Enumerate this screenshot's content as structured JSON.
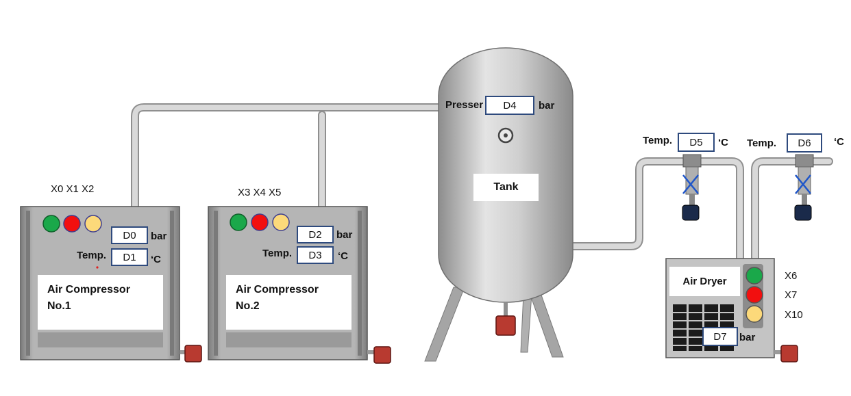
{
  "compressor1": {
    "signals": "X0 X1 X2",
    "pressure_box": "D0",
    "pressure_unit": "bar",
    "temp_label": "Temp.",
    "temp_box": "D1",
    "temp_unit": "‘C",
    "name_line1": "Air Compressor",
    "name_line2": "No.1"
  },
  "compressor2": {
    "signals": "X3 X4 X5",
    "pressure_box": "D2",
    "pressure_unit": "bar",
    "temp_label": "Temp.",
    "temp_box": "D3",
    "temp_unit": "‘C",
    "name_line1": "Air Compressor",
    "name_line2": "No.2"
  },
  "tank": {
    "pressure_label": "Presser",
    "pressure_box": "D4",
    "pressure_unit": "bar",
    "name": "Tank"
  },
  "filter1": {
    "temp_label": "Temp.",
    "temp_box": "D5",
    "temp_unit": "‘C"
  },
  "filter2": {
    "temp_label": "Temp.",
    "temp_box": "D6",
    "temp_unit": "‘C"
  },
  "dryer": {
    "name": "Air Dryer",
    "pressure_box": "D7",
    "pressure_unit": "bar",
    "signal_green": "X6",
    "signal_red": "X7",
    "signal_yellow": "X10"
  },
  "colors": {
    "green": "#1aa84a",
    "red": "#f20f0f",
    "yellow": "#fcd97a",
    "box_border": "#2e4a7d",
    "pipe": "#c9c9c9",
    "valve": "#b83a30"
  }
}
